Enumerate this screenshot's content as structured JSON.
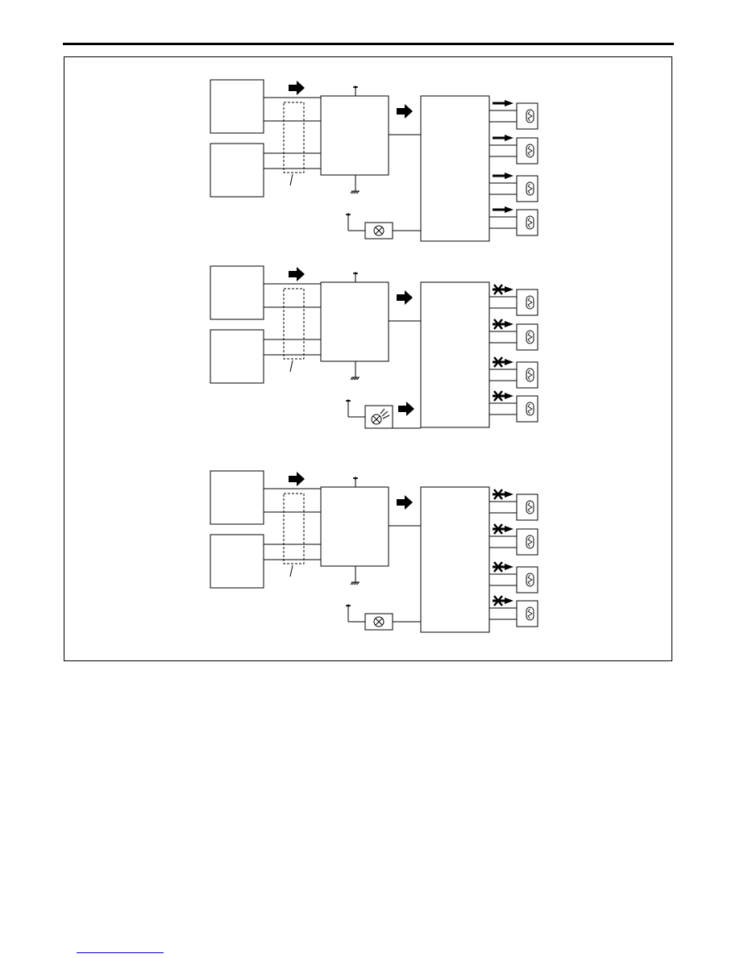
{
  "page": {
    "footer_link_text": ""
  },
  "diagram": {
    "panels": [
      {
        "id": "panel-1",
        "status": "normal",
        "indicator_icon": "warning-lamp-off-icon",
        "indicator_arrow": false,
        "output_arrows": [
          "arrow",
          "arrow",
          "arrow",
          "arrow"
        ]
      },
      {
        "id": "panel-2",
        "status": "fault",
        "indicator_icon": "warning-lamp-on-icon",
        "indicator_arrow": true,
        "output_arrows": [
          "cross",
          "cross",
          "cross",
          "cross"
        ]
      },
      {
        "id": "panel-3",
        "status": "fault",
        "indicator_icon": "warning-lamp-off-icon",
        "indicator_arrow": false,
        "output_arrows": [
          "cross",
          "cross",
          "cross",
          "cross"
        ]
      }
    ],
    "colors": {
      "ink": "#000000",
      "link": "#0000cc"
    }
  }
}
